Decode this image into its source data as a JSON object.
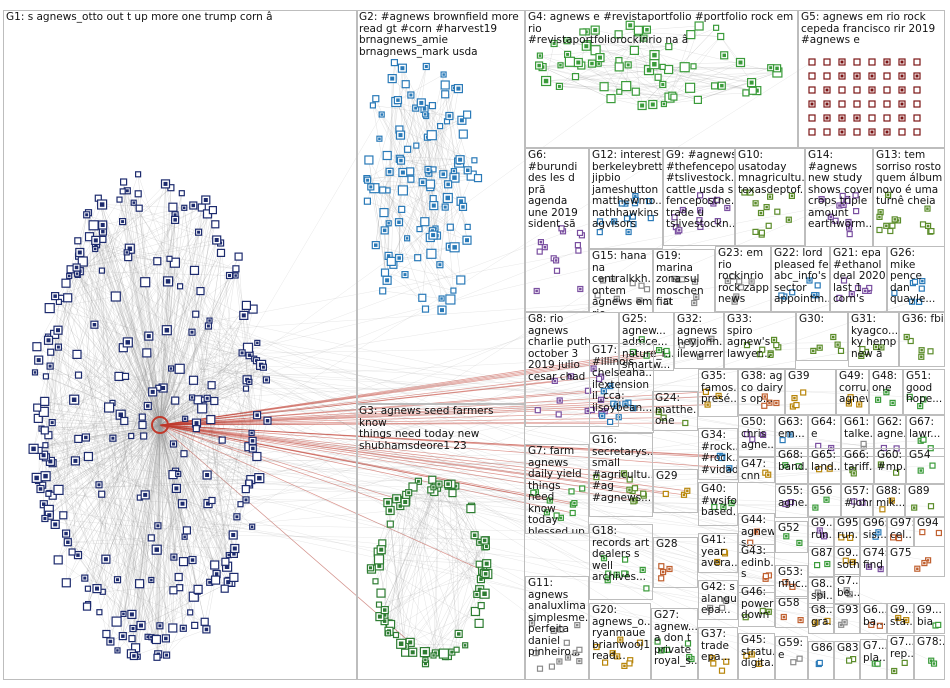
{
  "graph": {
    "background": "#ffffff",
    "edge_color": "#9a9a9a",
    "highlight_edge_color": "#c0392b",
    "node_colors": {
      "G1": "#1d2b6e",
      "G2": "#2a7ab8",
      "G3": "#2e7d32",
      "G4": "#3a9b3a",
      "G5": "#7b1414",
      "misc": "#8a8a8a"
    },
    "groups": [
      {
        "id": "G1",
        "label": "G1: s agnews_otto out t up more one trump corn â"
      },
      {
        "id": "G2",
        "label": "G2: #agnews brownfield more\nread gt #corn #harvest19\nbrnagnews_amie\nbrnagnews_mark usda"
      },
      {
        "id": "G3",
        "label": "G3: agnews seed farmers know\nthings need today new\nshubhamsdeore1 23"
      },
      {
        "id": "G4",
        "label": "G4: agnews e #revistaportfolio #portfolio rock em rio\n#revistaportfoliorockinrio na â"
      },
      {
        "id": "G5",
        "label": "G5: agnews em rio rock\ncepeda francisco rir 2019\n#agnews e"
      },
      {
        "id": "G6",
        "label": "G6:\n#burundi\ndes les d\nprã agenda\nune 2019\nsident sã"
      },
      {
        "id": "G12",
        "label": "G12: interest\nberkeleybrett\njipbio\njameshutton\nmatthewmo...\nnathhawkins\nagvisors"
      },
      {
        "id": "G9",
        "label": "G9: #agnews\n#thefencepo...\n#tslivestock...\ncattle usda s\nfencepostne...\ntrade u\ntslivestockn..."
      },
      {
        "id": "G10",
        "label": "G10:\nusatoday\nmnagricultu...\ntexasdeptof..."
      },
      {
        "id": "G14",
        "label": "G14:\n#agnews\nnew study\nshows cover\ncrops triple\namount\nearthworm..."
      },
      {
        "id": "G13",
        "label": "G13: tem\nsorriso rosto\nquem álbum\nnovo é uma\nturnê cheia"
      },
      {
        "id": "G15",
        "label": "G15: hana\nna\ncentralkkh...\nontem\nagnews em\nrio..."
      },
      {
        "id": "G19",
        "label": "G19:\nmarina\nzona sul\nmoschen\nfiat"
      },
      {
        "id": "G23",
        "label": "G23: em\nrio\nrockinrio\nrock zapp\nnews"
      },
      {
        "id": "G22",
        "label": "G22: lord\npleased fe\nabc_info's\nsector\nappointm..."
      },
      {
        "id": "G21",
        "label": "G21: epa\n#ethanol\ndeal 2020\nlast 1\ncorn's"
      },
      {
        "id": "G26",
        "label": "G26:\nmike\npence\ndan\nquayle..."
      },
      {
        "id": "G8",
        "label": "G8: rio\nagnews\ncharlie puth\noctober 3\n2019 julio\ncesar chad"
      },
      {
        "id": "G25",
        "label": "G25:\nagnew...\nadmce...\nnature_i...\nsmartw..."
      },
      {
        "id": "G32",
        "label": "G32:\nagnews\nheyjohn...\nilewarren..."
      },
      {
        "id": "G33",
        "label": "G33:\nspiro\nagnew's\nlawyer..."
      },
      {
        "id": "G30",
        "label": "G30:"
      },
      {
        "id": "G31",
        "label": "G31:\nkyagco...\nky hemp\nnew â"
      },
      {
        "id": "G36",
        "label": "G36: fbi"
      },
      {
        "id": "G17",
        "label": "G17:\n#illinois\nchelseaha...\nilextension\nil_cca:\nilsoybean..."
      },
      {
        "id": "G35",
        "label": "G35:\nfamos...\npresé..."
      },
      {
        "id": "G38",
        "label": "G38: ag\nco dairy\ns op..."
      },
      {
        "id": "G39",
        "label": "G39"
      },
      {
        "id": "G49",
        "label": "G49:\ncorru...\nagnew"
      },
      {
        "id": "G48",
        "label": "G48:\none"
      },
      {
        "id": "G51",
        "label": "G51:\ngood\nhope..."
      },
      {
        "id": "G24",
        "label": "G24:\nmatthe...\none"
      },
      {
        "id": "G50",
        "label": "G50:\nchris\nagne..."
      },
      {
        "id": "G63",
        "label": "G63:\nem..."
      },
      {
        "id": "G64",
        "label": "G64:\ne"
      },
      {
        "id": "G61",
        "label": "G61:\ntalke..."
      },
      {
        "id": "G62",
        "label": "G62:\nagne..."
      },
      {
        "id": "G67",
        "label": "G67:\nlawr..."
      },
      {
        "id": "G34",
        "label": "G34:\n#rock...\n#rock...\n#vidad..."
      },
      {
        "id": "G68",
        "label": "G68:\nband..."
      },
      {
        "id": "G65",
        "label": "G65:\nland..."
      },
      {
        "id": "G66",
        "label": "G66:\ntariff..."
      },
      {
        "id": "G60",
        "label": "G60:\n#mp..."
      },
      {
        "id": "G54",
        "label": "G54"
      },
      {
        "id": "G16",
        "label": "G16:\nsecretarys...\nsmall\n#agricultu...\n#ag\n#agnews..."
      },
      {
        "id": "G47",
        "label": "G47:\ncnn\naccor..."
      },
      {
        "id": "G7",
        "label": "G7: farm\nagnews\ndaily yield\nthings need\nknow today\nblessed up"
      },
      {
        "id": "G29",
        "label": "G29"
      },
      {
        "id": "G40",
        "label": "G40:\n#wsjfo...\nbased..."
      },
      {
        "id": "G55",
        "label": "G55:\nagne..."
      },
      {
        "id": "G56",
        "label": "G56"
      },
      {
        "id": "G57",
        "label": "G57:\n#john..."
      },
      {
        "id": "G88",
        "label": "G88:\nmik..."
      },
      {
        "id": "G89",
        "label": "G89"
      },
      {
        "id": "G44",
        "label": "G44:\nagnew\ns..."
      },
      {
        "id": "G52",
        "label": "G52"
      },
      {
        "id": "G9b",
        "label": "G9...\nrun..."
      },
      {
        "id": "G95",
        "label": "G95:\nrun..."
      },
      {
        "id": "G96",
        "label": "G96:\nsis..."
      },
      {
        "id": "G97",
        "label": "G97:\ncel..."
      },
      {
        "id": "G94",
        "label": "G94"
      },
      {
        "id": "G18",
        "label": "G18:\nrecords art\ndealers s\nwell\narchives..."
      },
      {
        "id": "G28",
        "label": "G28"
      },
      {
        "id": "G41",
        "label": "G41:\nyear\navera..."
      },
      {
        "id": "G43",
        "label": "G43:\nedinb...\ns"
      },
      {
        "id": "G87",
        "label": "G87"
      },
      {
        "id": "G9c",
        "label": "G9...\nsoth..."
      },
      {
        "id": "G74",
        "label": "G74:\nfind"
      },
      {
        "id": "G75",
        "label": "G75"
      },
      {
        "id": "G11",
        "label": "G11:\nagnews\nanaluxlima\nsimplesme...\nperfeita\ndaniel\npinheiro..."
      },
      {
        "id": "G42",
        "label": "G42: s\nalangu...\nepa..."
      },
      {
        "id": "G53",
        "label": "G53:\nnfuc..."
      },
      {
        "id": "G8b",
        "label": "G8...\nspi..."
      },
      {
        "id": "G7b",
        "label": "G7...\nbe..."
      },
      {
        "id": "G20",
        "label": "G20:\nagnews_o...\nryanmaue\nbrianwooj1\nread..."
      },
      {
        "id": "G27",
        "label": "G27:\nagnew...\na don t\nprivate\nroyal_s..."
      },
      {
        "id": "G46",
        "label": "G46:\npower\ndown"
      },
      {
        "id": "G58",
        "label": "G58"
      },
      {
        "id": "G8c",
        "label": "G8...\ngra..."
      },
      {
        "id": "G93",
        "label": "G93"
      },
      {
        "id": "G6b",
        "label": "G6...\nba..."
      },
      {
        "id": "G9d",
        "label": "G9...\nsta..."
      },
      {
        "id": "G9e",
        "label": "G9...\nbia"
      },
      {
        "id": "G37",
        "label": "G37:\ntrade\nepa..."
      },
      {
        "id": "G45",
        "label": "G45:\nstratu...\ndigita..."
      },
      {
        "id": "G59",
        "label": "G59:\ne"
      },
      {
        "id": "G86",
        "label": "G86"
      },
      {
        "id": "G83",
        "label": "G83"
      },
      {
        "id": "G7c",
        "label": "G7...\npla..."
      },
      {
        "id": "G7d",
        "label": "G7...\nrep..."
      },
      {
        "id": "G78",
        "label": "G78:..."
      }
    ]
  }
}
